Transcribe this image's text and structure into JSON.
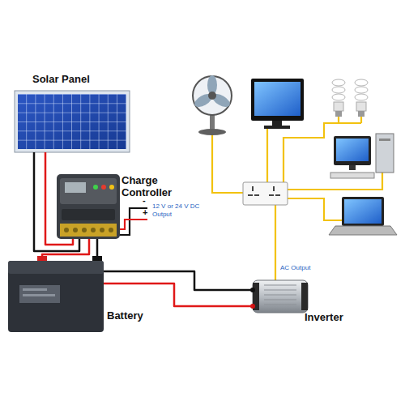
{
  "diagram": {
    "nodes": [
      {
        "text": [
          "Solar Panel"
        ]
      },
      {
        "text": [
          "Charge Controller"
        ]
      },
      {
        "text": [
          "Battery"
        ]
      },
      {
        "text": [
          "Inverter"
        ]
      }
    ],
    "edges": [
      {
        "from": 0,
        "to": 1,
        "arrow": "none"
      },
      {
        "from": 0,
        "to": 1,
        "arrow": "none"
      },
      {
        "from": 1,
        "to": 2,
        "arrow": "none"
      },
      {
        "from": 1,
        "to": 2,
        "arrow": "none"
      },
      {
        "from": 2,
        "to": 3,
        "arrow": "none"
      },
      {
        "from": 2,
        "to": 3,
        "arrow": "none"
      }
    ],
    "labels": [
      "12 V or 24 V DC Output",
      "-",
      "+",
      "AC Output"
    ]
  }
}
